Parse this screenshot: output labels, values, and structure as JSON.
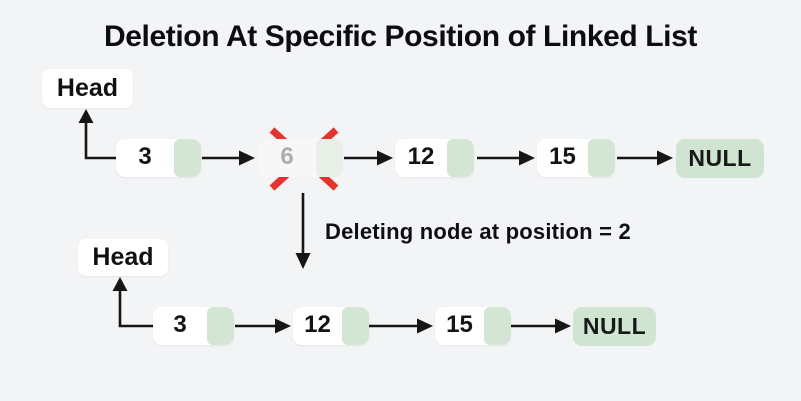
{
  "title": "Deletion At Specific Position of Linked List",
  "annotation": "Deleting node at position = 2",
  "colors": {
    "background": "#f3f4f6",
    "node_fill": "#ffffff",
    "pointer_green": "#d3e6d4",
    "null_green": "#cfe5d1",
    "cross_red": "#e9322b",
    "line_black": "#161616",
    "faded_value_gray": "#a9aeb4"
  },
  "top_list": {
    "head_label": "Head",
    "nodes": [
      {
        "value": "3",
        "state": "normal"
      },
      {
        "value": "6",
        "state": "deleted"
      },
      {
        "value": "12",
        "state": "normal"
      },
      {
        "value": "15",
        "state": "normal"
      }
    ],
    "null_label": "NULL"
  },
  "bottom_list": {
    "head_label": "Head",
    "nodes": [
      {
        "value": "3"
      },
      {
        "value": "12"
      },
      {
        "value": "15"
      }
    ],
    "null_label": "NULL"
  }
}
